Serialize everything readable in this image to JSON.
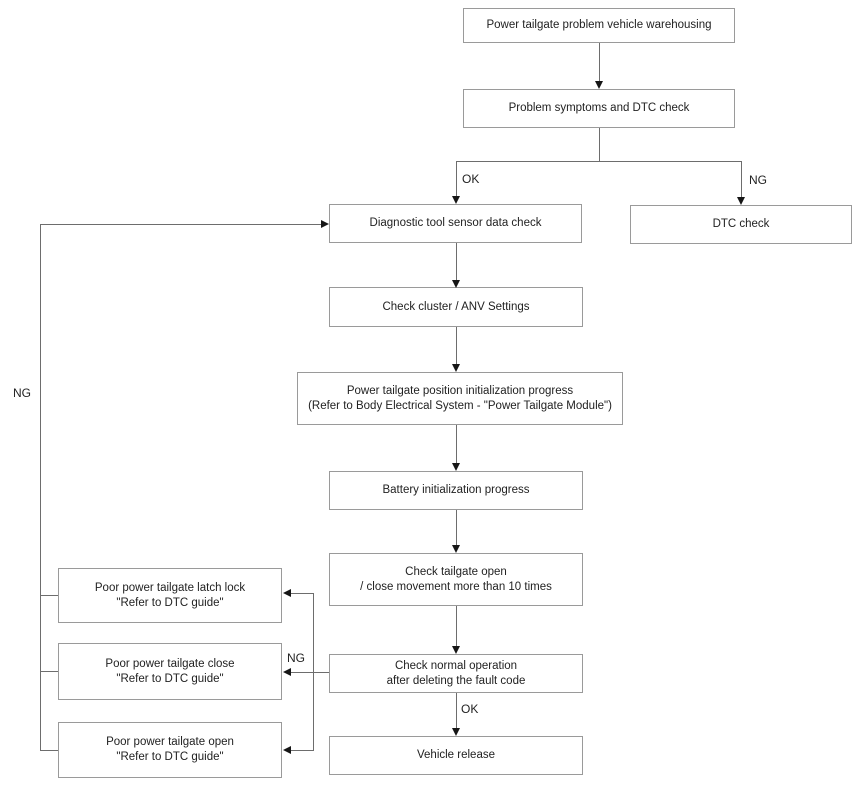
{
  "diagram": {
    "type": "flowchart",
    "background": "#ffffff",
    "colors": {
      "box_border": "#9a9a9a",
      "connector_line": "#6d6d6d",
      "arrowhead": "#161616",
      "text": "#222222"
    },
    "nodes": {
      "warehousing": {
        "line1": "Power tailgate problem vehicle warehousing"
      },
      "symptoms": {
        "line1": "Problem symptoms and DTC check"
      },
      "diagnostic": {
        "line1": "Diagnostic tool sensor data check"
      },
      "dtc_check": {
        "line1": "DTC check"
      },
      "cluster": {
        "line1": "Check cluster / ANV Settings"
      },
      "position_init": {
        "line1": "Power tailgate position initialization progress",
        "line2": "(Refer to Body Electrical System - \"Power Tailgate Module\")"
      },
      "battery_init": {
        "line1": "Battery initialization progress"
      },
      "open_close_check": {
        "line1": "Check tailgate open",
        "line2": "/ close movement more than 10 times"
      },
      "normal_operation": {
        "line1": "Check normal operation",
        "line2": "after deleting the fault code"
      },
      "vehicle_release": {
        "line1": "Vehicle release"
      },
      "poor_latch_lock": {
        "line1": "Poor power tailgate latch lock",
        "line2": "\"Refer to DTC guide\""
      },
      "poor_close": {
        "line1": "Poor power tailgate close",
        "line2": "\"Refer to DTC guide\""
      },
      "poor_open": {
        "line1": "Poor power tailgate open",
        "line2": "\"Refer to DTC guide\""
      }
    },
    "edges": [
      {
        "from": "warehousing",
        "to": "symptoms",
        "label": ""
      },
      {
        "from": "symptoms",
        "to": "diagnostic",
        "label": "OK"
      },
      {
        "from": "symptoms",
        "to": "dtc_check",
        "label": "NG"
      },
      {
        "from": "diagnostic",
        "to": "cluster",
        "label": ""
      },
      {
        "from": "cluster",
        "to": "position_init",
        "label": ""
      },
      {
        "from": "position_init",
        "to": "battery_init",
        "label": ""
      },
      {
        "from": "battery_init",
        "to": "open_close_check",
        "label": ""
      },
      {
        "from": "open_close_check",
        "to": "normal_operation",
        "label": ""
      },
      {
        "from": "normal_operation",
        "to": "vehicle_release",
        "label": "OK"
      },
      {
        "from": "normal_operation",
        "to": "poor_latch_lock, poor_close, poor_open",
        "label": "NG"
      },
      {
        "from": "poor_latch_lock, poor_close, poor_open",
        "to": "diagnostic",
        "label": "NG"
      }
    ]
  }
}
